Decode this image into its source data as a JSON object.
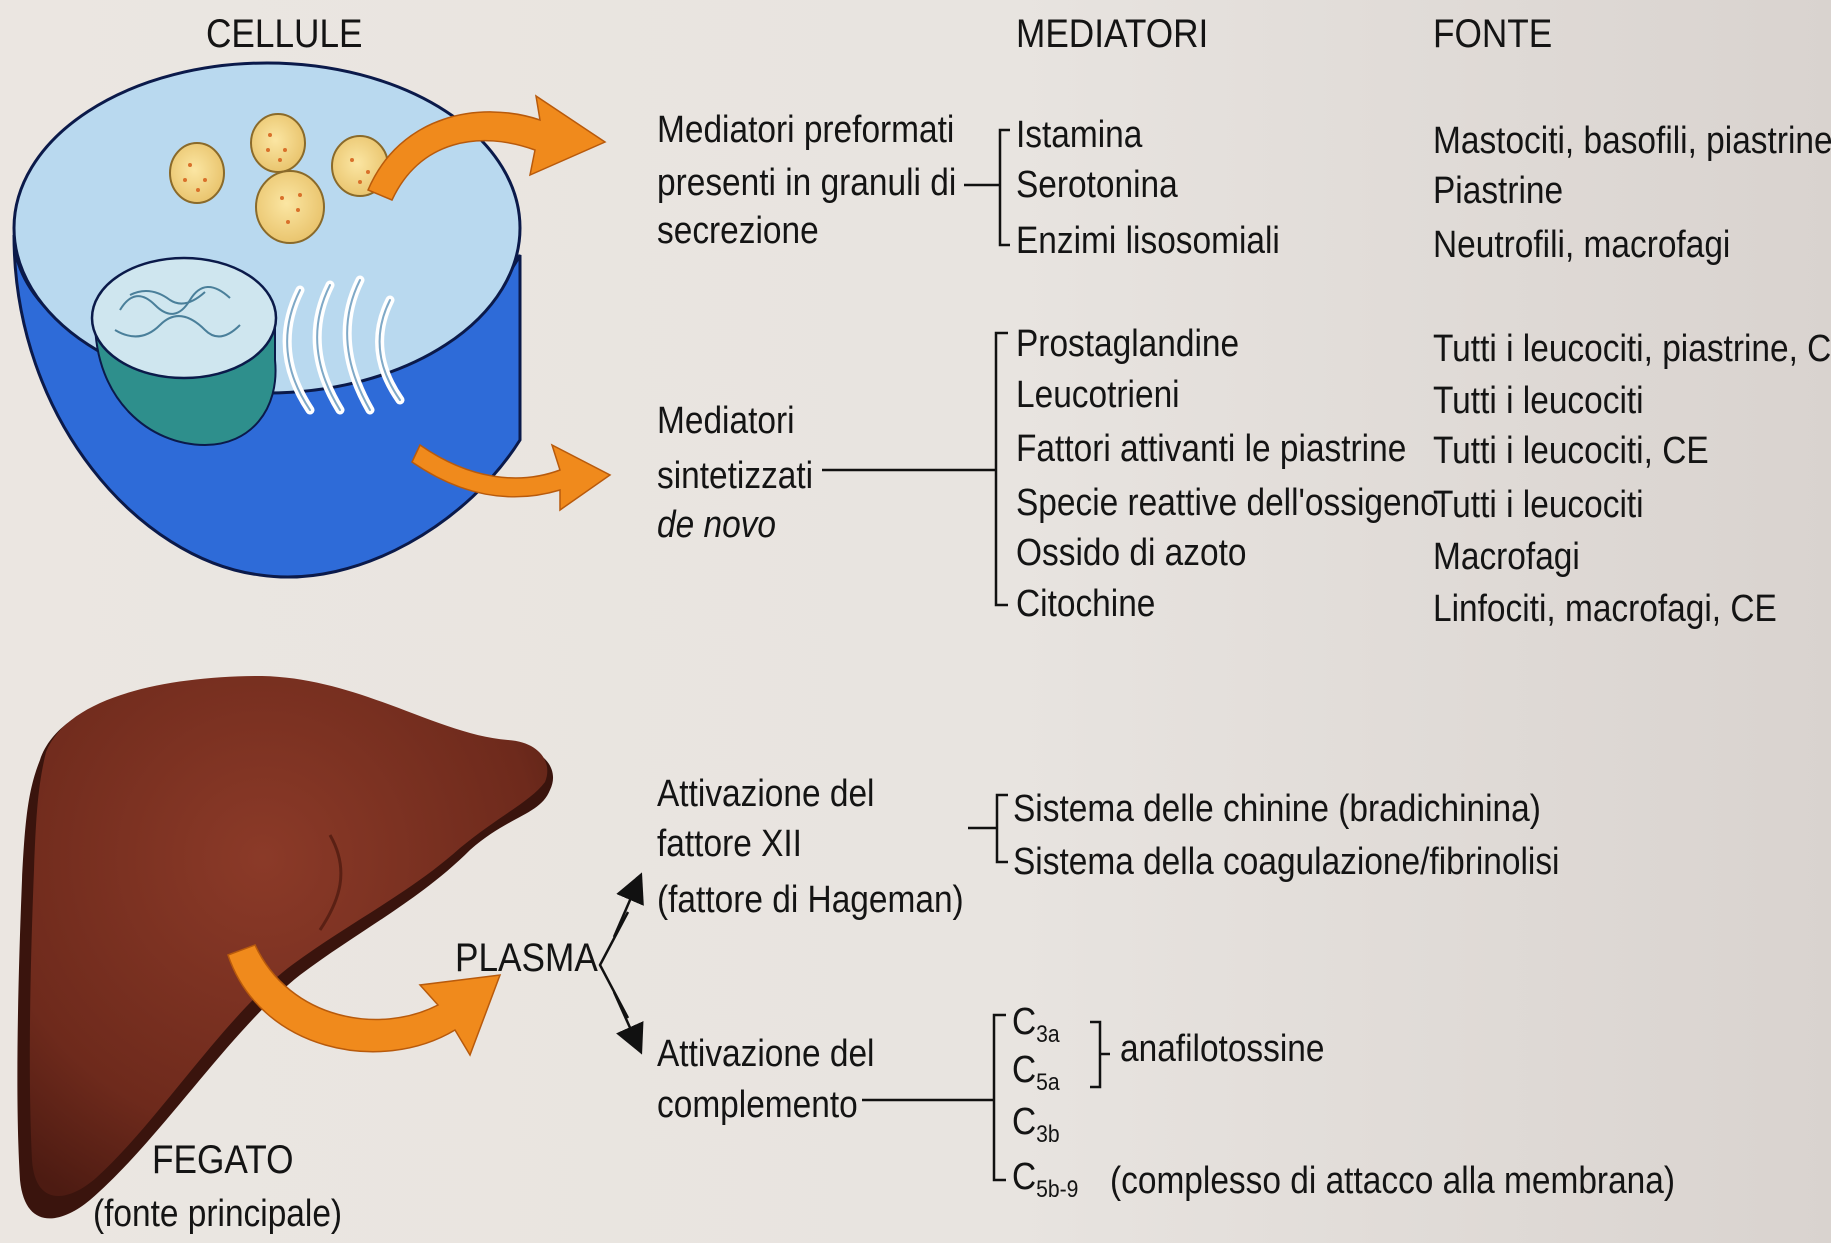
{
  "headers": {
    "cells": "CELLULE",
    "mediators": "MEDIATORI",
    "source": "FONTE"
  },
  "groups": {
    "preformed": {
      "label": [
        "Mediatori preformati",
        "presenti in granuli di",
        "secrezione"
      ],
      "items": [
        {
          "name": "Istamina",
          "source": "Mastociti, basofili, piastrine"
        },
        {
          "name": "Serotonina",
          "source": "Piastrine"
        },
        {
          "name": "Enzimi lisosomiali",
          "source": "Neutrofili, macrofagi"
        }
      ]
    },
    "synthesized": {
      "label": [
        "Mediatori",
        "sintetizzati",
        "de novo"
      ],
      "items": [
        {
          "name": "Prostaglandine",
          "source": "Tutti i leucociti, piastrine, CE"
        },
        {
          "name": "Leucotrieni",
          "source": "Tutti i leucociti"
        },
        {
          "name": "Fattori attivanti le piastrine",
          "source": "Tutti i leucociti, CE"
        },
        {
          "name": "Specie reattive dell'ossigeno",
          "source": "Tutti i leucociti"
        },
        {
          "name": "Ossido di azoto",
          "source": "Macrofagi"
        },
        {
          "name": "Citochine",
          "source": "Linfociti, macrofagi, CE"
        }
      ]
    },
    "factor12": {
      "label": [
        "Attivazione del",
        "fattore XII",
        "(fattore di Hageman)"
      ],
      "items": [
        "Sistema delle chinine (bradichinina)",
        "Sistema della coagulazione/fibrinolisi"
      ]
    },
    "complement": {
      "label": [
        "Attivazione del",
        "complemento"
      ],
      "items": [
        {
          "base": "C",
          "sub": "3a"
        },
        {
          "base": "C",
          "sub": "5a"
        },
        {
          "base": "C",
          "sub": "3b"
        },
        {
          "base": "C",
          "sub": "5b-9"
        }
      ],
      "anaphylatoxins": "anafilotossine",
      "mac": "(complesso di attacco alla membrana)"
    }
  },
  "plasma": "PLASMA",
  "liver": {
    "title": "FEGATO",
    "subtitle": "(fonte principale)"
  },
  "colors": {
    "background": "#e9e4df",
    "cell_top": "#b9d9ef",
    "cell_side": "#2e6bd8",
    "nucleus": "#2e8f8c",
    "granule": "#f1d47e",
    "arrow": "#f08a1c",
    "liver": "#7a2e1e",
    "liver_dark": "#3a140d"
  }
}
